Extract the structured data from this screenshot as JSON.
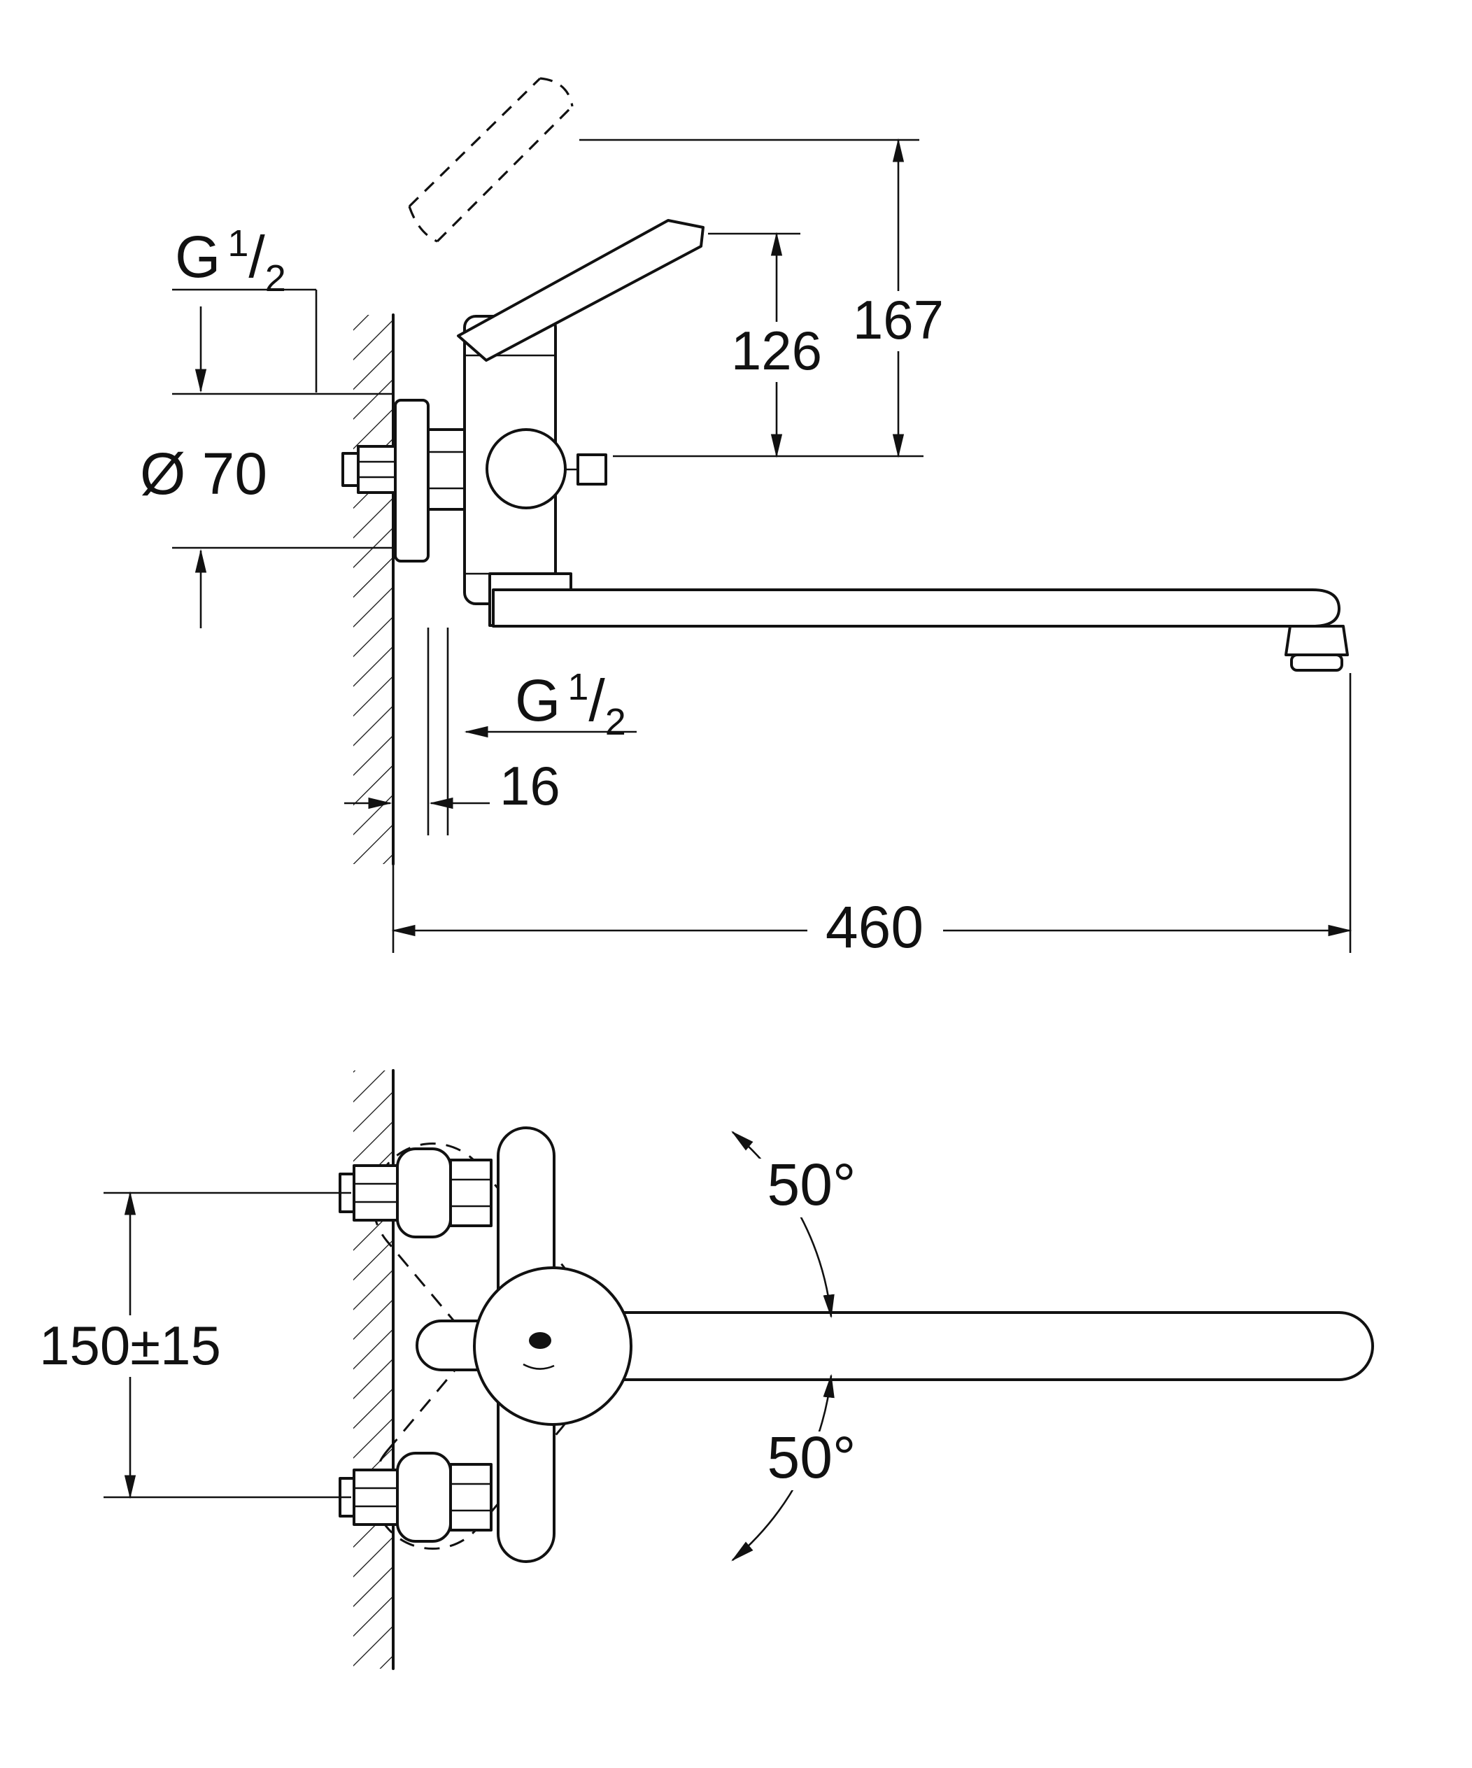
{
  "drawing": {
    "kind": "faucet installation dimension drawing",
    "line_color": "#111111",
    "background": "#ffffff"
  },
  "side_view": {
    "thread_top": {
      "base": "G",
      "sup": "1",
      "slash": "/",
      "sub": "2"
    },
    "flange_diameter": "Ø 70",
    "height_lever_closed": "126",
    "height_lever_open": "167",
    "thread_spout": {
      "base": "G",
      "sup": "1",
      "slash": "/",
      "sub": "2"
    },
    "wall_offset": "16",
    "spout_reach": "460"
  },
  "plan_view": {
    "connection_spacing": "150±15",
    "swivel_up": "50°",
    "swivel_down": "50°"
  }
}
